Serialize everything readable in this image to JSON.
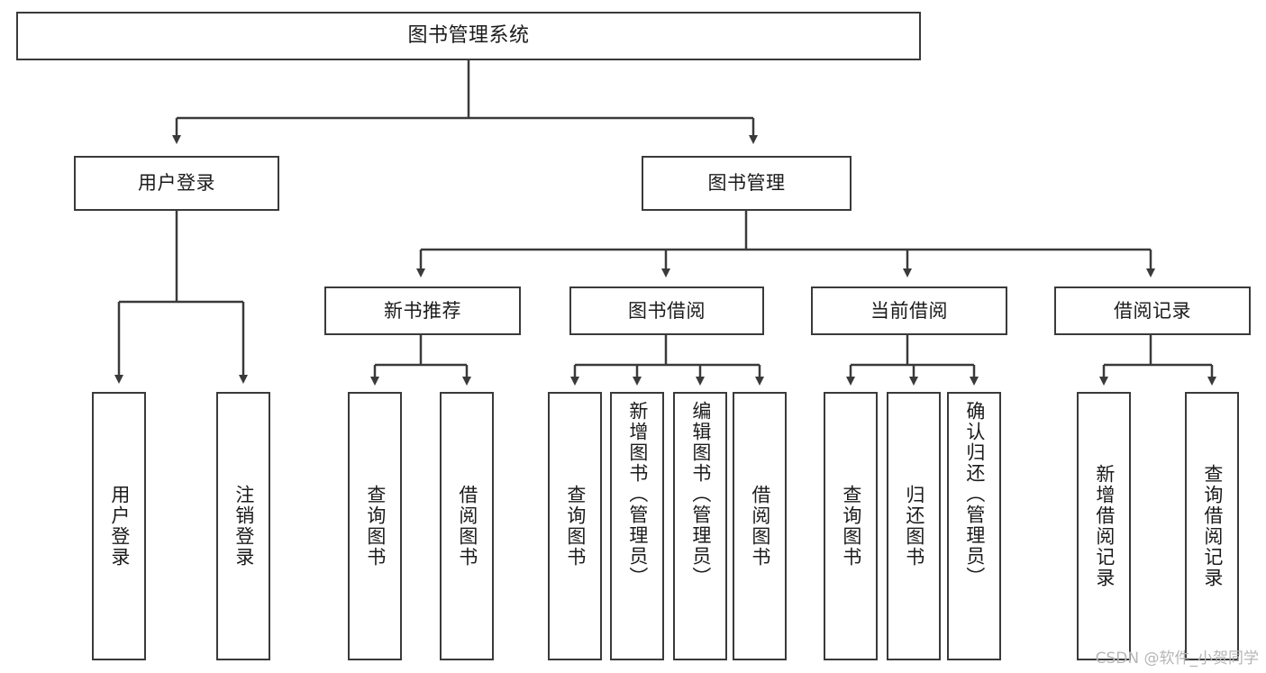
{
  "diagram": {
    "title": "图书管理系统",
    "root": {
      "label": "图书管理系统"
    },
    "level2": {
      "user_login": "用户登录",
      "book_manage": "图书管理"
    },
    "level3": {
      "new_book_recommend": "新书推荐",
      "book_borrow": "图书借阅",
      "current_borrow": "当前借阅",
      "borrow_record": "借阅记录"
    },
    "leaves": {
      "user_login_children": [
        "用户登录",
        "注销登录"
      ],
      "new_book_recommend_children": [
        "查询图书",
        "借阅图书"
      ],
      "book_borrow_children": [
        "查询图书",
        "新增图书（管理员）",
        "编辑图书（管理员）",
        "借阅图书"
      ],
      "current_borrow_children": [
        "查询图书",
        "归还图书",
        "确认归还（管理员）"
      ],
      "borrow_record_children": [
        "新增借阅记录",
        "查询借阅记录"
      ]
    }
  },
  "watermark": {
    "text": "CSDN @软件_小贺同学"
  },
  "colors": {
    "border": "#3a3a3a",
    "background": "#ffffff",
    "text": "#1b1b1b",
    "watermark": "#b6b6b6"
  }
}
